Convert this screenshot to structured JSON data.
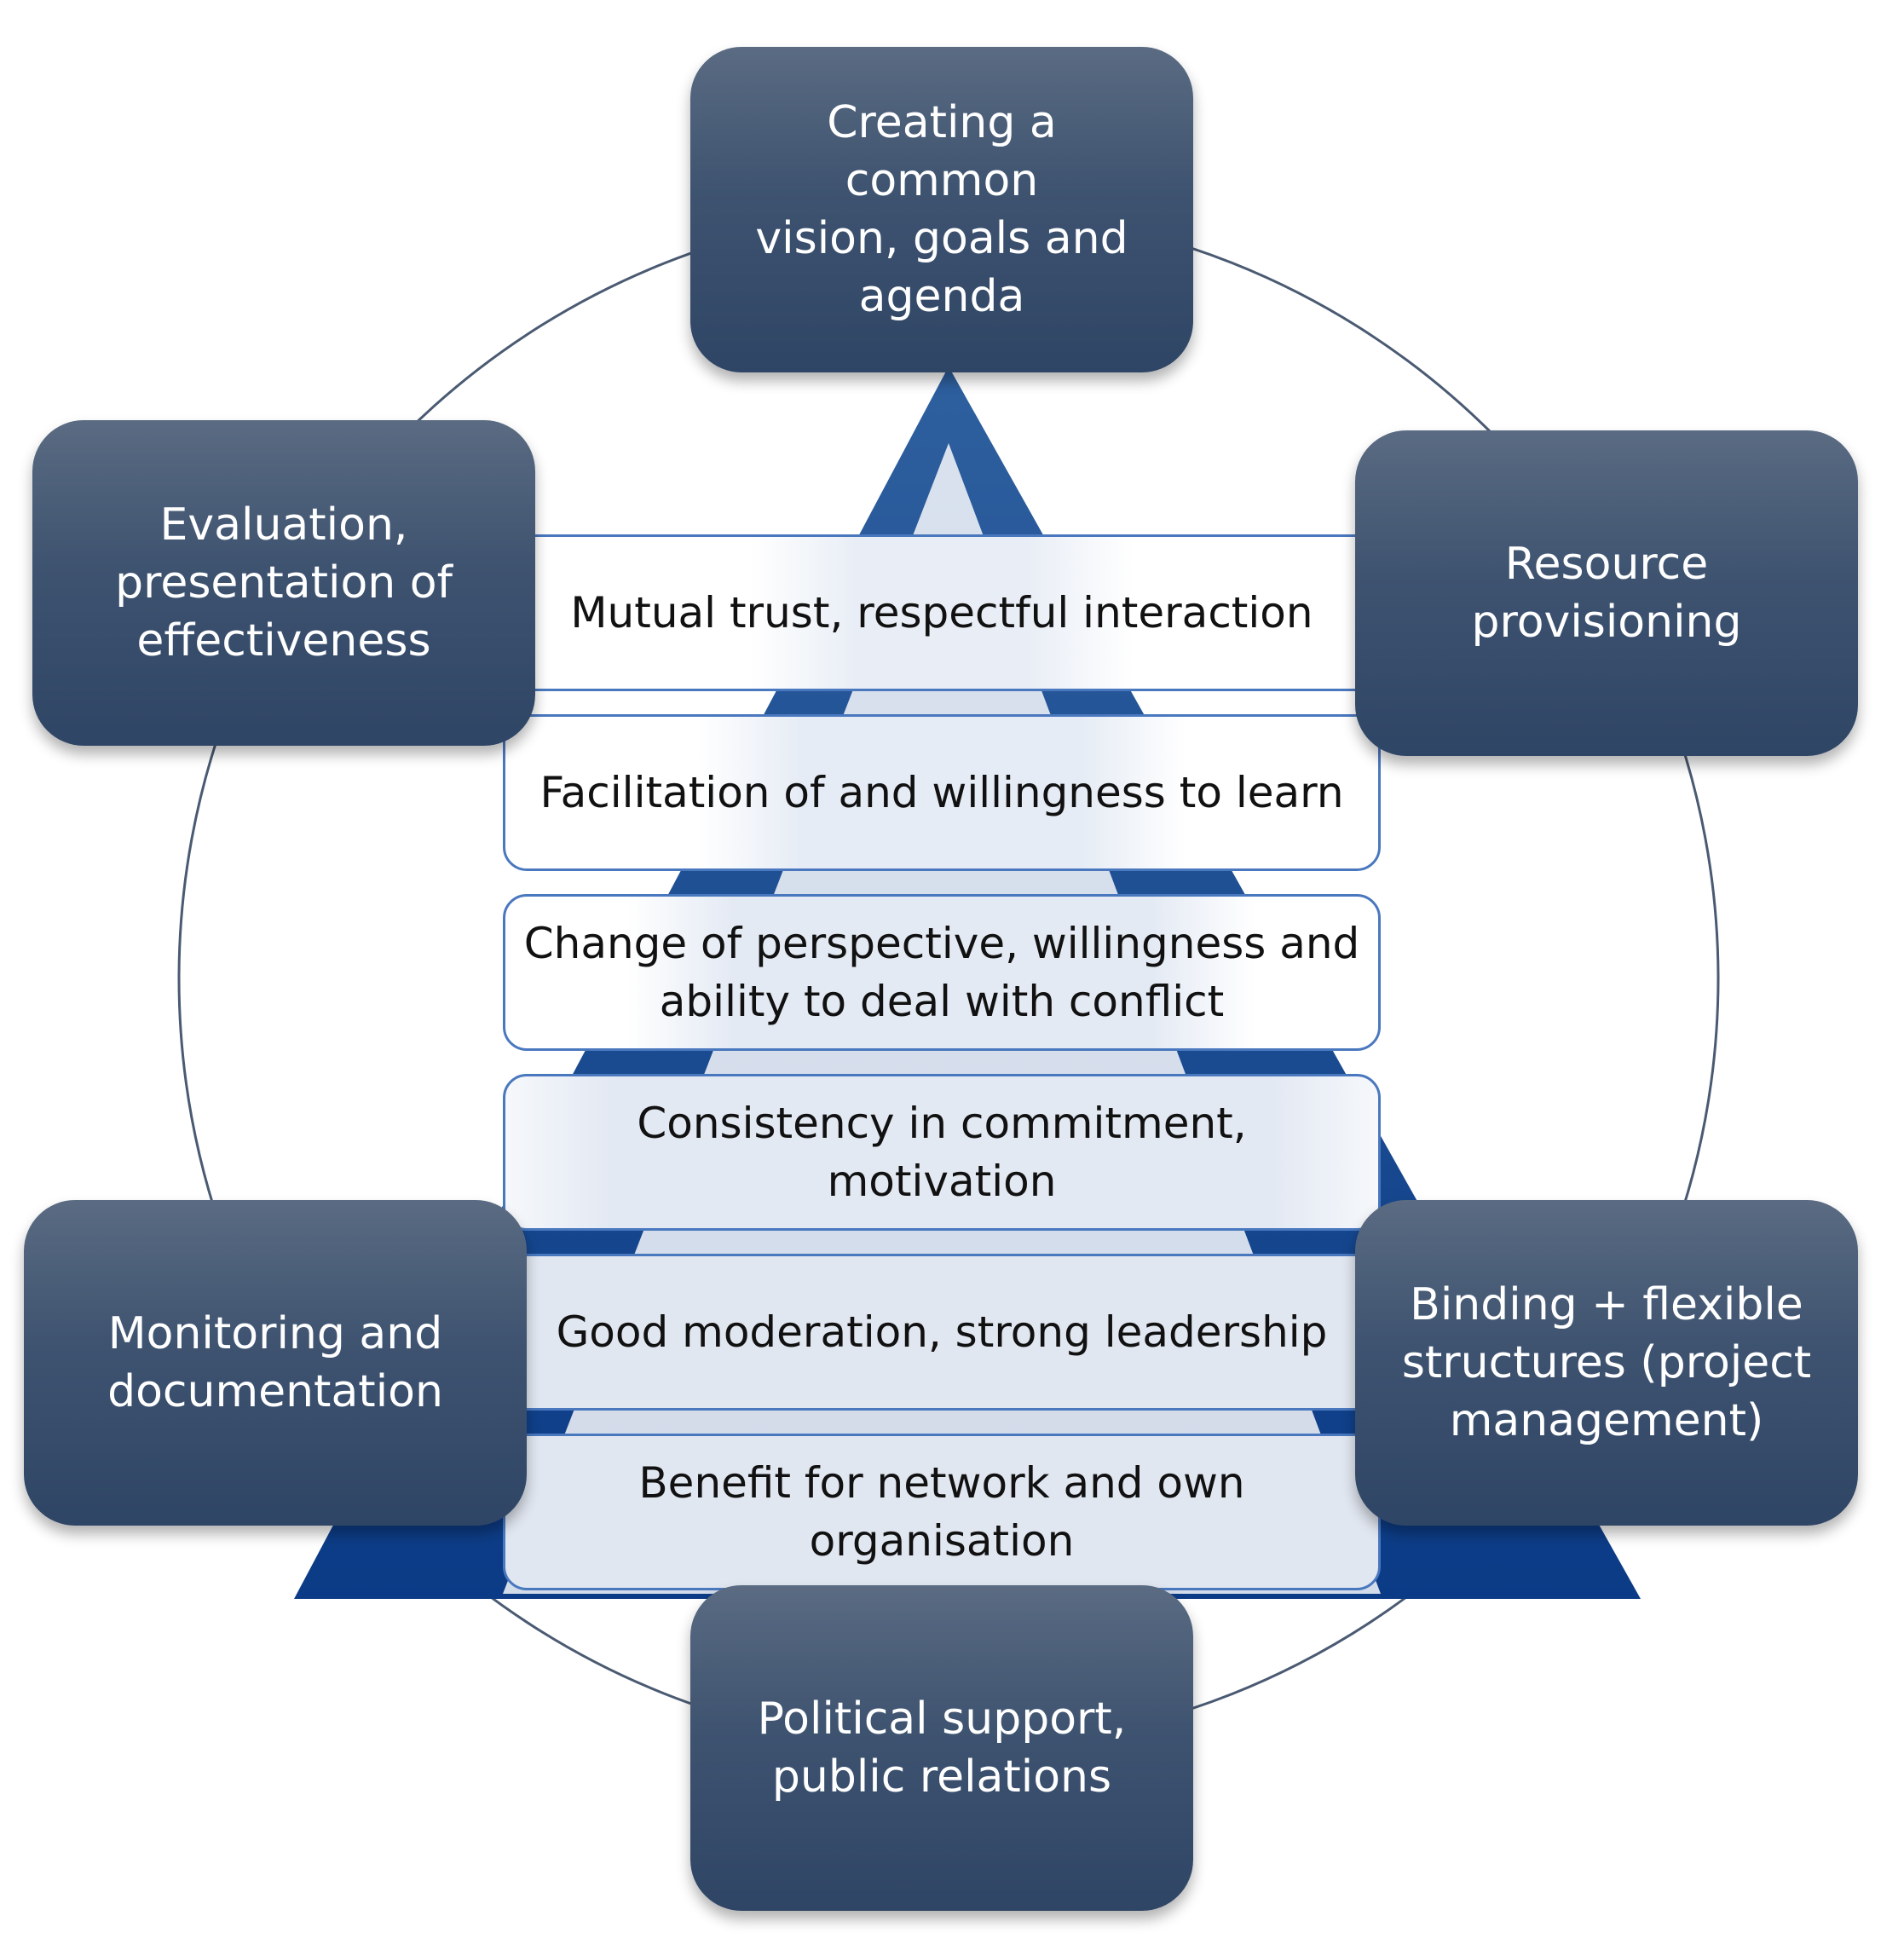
{
  "outer_elements": [
    {
      "id": "top",
      "label": "Creating a common\nvision, goals and\nagenda"
    },
    {
      "id": "upper-right",
      "label": "Resource\nprovisioning"
    },
    {
      "id": "lower-right",
      "label": "Binding + flexible\nstructures (project\nmanagement)"
    },
    {
      "id": "bottom",
      "label": "Political support,\npublic relations"
    },
    {
      "id": "lower-left",
      "label": "Monitoring and\ndocumentation"
    },
    {
      "id": "upper-left",
      "label": "Evaluation,\npresentation of\neffectiveness"
    }
  ],
  "pyramid_layers": [
    {
      "label": "Mutual trust, respectful interaction"
    },
    {
      "label": "Facilitation of and willingness to learn"
    },
    {
      "label": "Change of perspective, willingness and\nability to deal with conflict"
    },
    {
      "label": "Consistency in commitment,\nmotivation"
    },
    {
      "label": "Good moderation, strong leadership"
    },
    {
      "label": "Benefit for network and own\norganisation"
    }
  ],
  "colors": {
    "box_gradient_top": "#5a6b82",
    "box_gradient_bottom": "#2f4565",
    "pyramid_top": "#2e5f9e",
    "pyramid_bottom": "#0b3b86",
    "layer_border": "#4a78bf",
    "circle_stroke": "#4a5a72"
  }
}
